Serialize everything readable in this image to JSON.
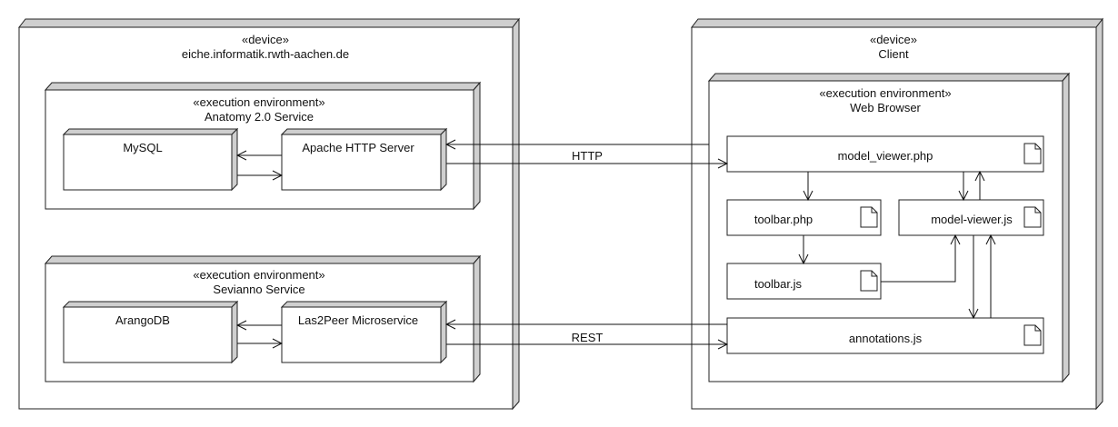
{
  "devices": {
    "server": {
      "stereotype": "«device»",
      "name": "eiche.informatik.rwth-aachen.de",
      "env_anatomy": {
        "stereotype": "«execution environment»",
        "name": "Anatomy 2.0 Service",
        "node_mysql": "MySQL",
        "node_apache": "Apache HTTP Server"
      },
      "env_sevianno": {
        "stereotype": "«execution environment»",
        "name": "Sevianno Service",
        "node_arangodb": "ArangoDB",
        "node_las2peer": "Las2Peer Microservice"
      }
    },
    "client": {
      "stereotype": "«device»",
      "name": "Client",
      "env_browser": {
        "stereotype": "«execution environment»",
        "name": "Web Browser",
        "artifacts": {
          "model_viewer_php": "model_viewer.php",
          "toolbar_php": "toolbar.php",
          "model_viewer_js": "model-viewer.js",
          "toolbar_js": "toolbar.js",
          "annotations_js": "annotations.js"
        }
      }
    }
  },
  "connections": {
    "http_label": "HTTP",
    "rest_label": "REST"
  }
}
